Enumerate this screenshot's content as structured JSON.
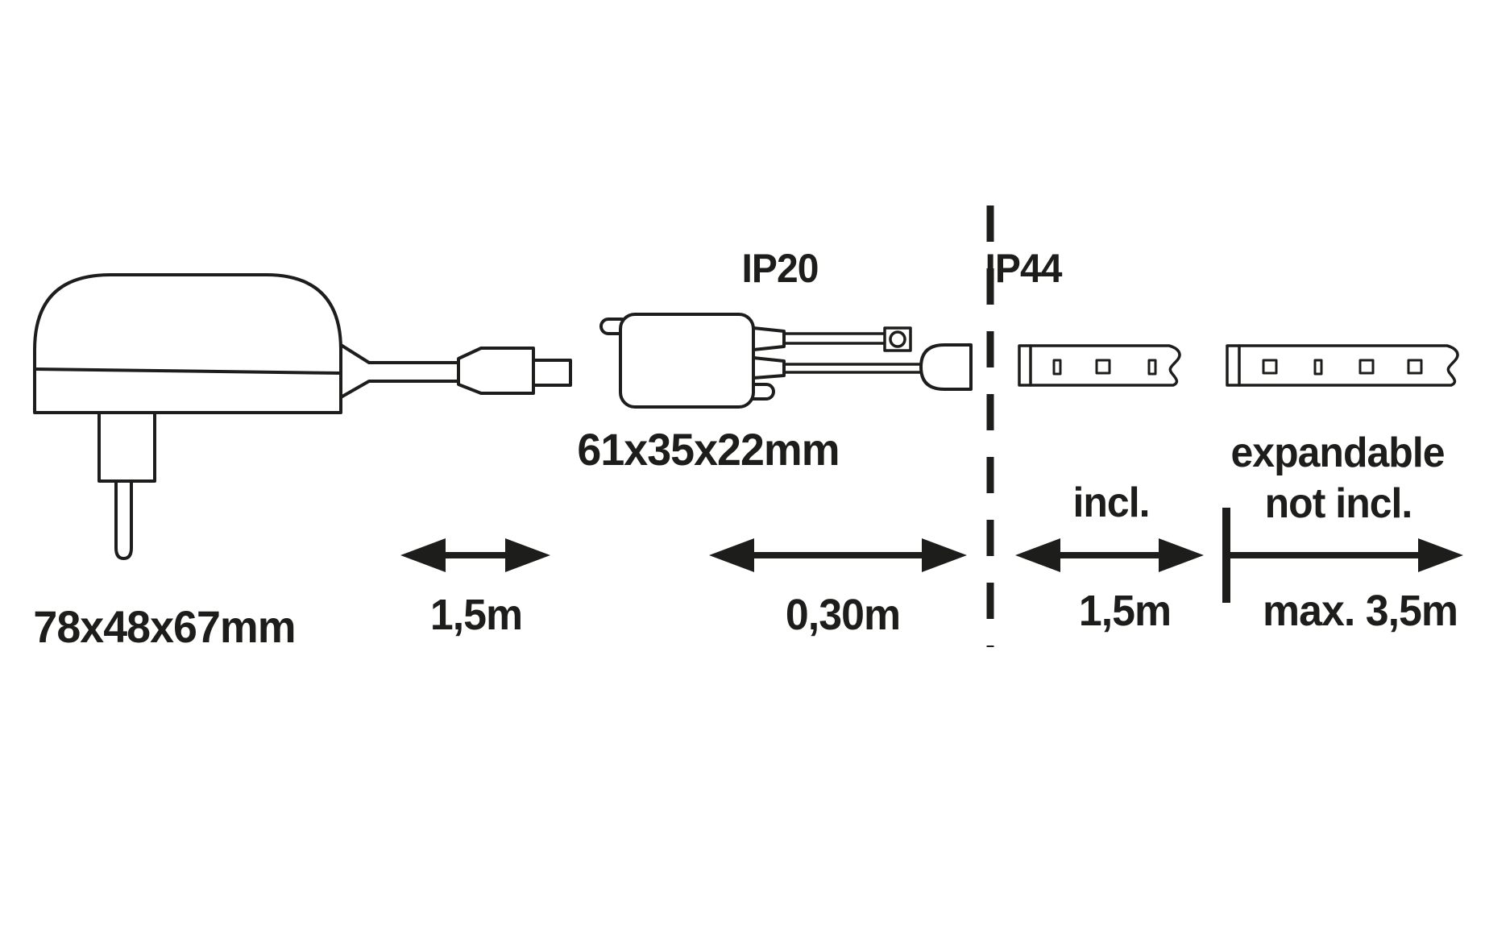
{
  "title": "LED strip set dimensional diagram",
  "colors": {
    "line": "#1d1d1b",
    "background": "#ffffff"
  },
  "sections": {
    "indoor_rating": "IP20",
    "outdoor_rating": "IP44"
  },
  "components": {
    "power_adapter": {
      "dimensions": "78x48x67mm"
    },
    "mains_cable": {
      "length": "1,5m"
    },
    "controller": {
      "dimensions": "61x35x22mm"
    },
    "output_cable": {
      "length": "0,30m"
    },
    "led_strip_included": {
      "status": "incl.",
      "length": "1,5m"
    },
    "led_strip_expansion": {
      "status_line1": "expandable",
      "status_line2": "not incl.",
      "length": "max. 3,5m"
    }
  }
}
